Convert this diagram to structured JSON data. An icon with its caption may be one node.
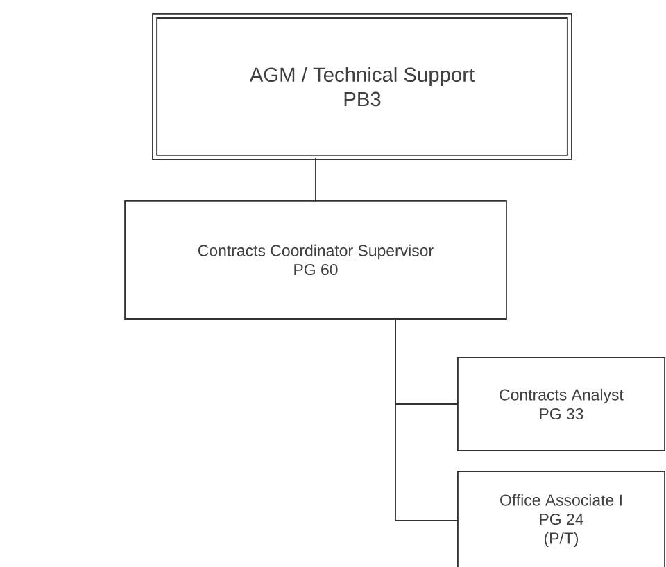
{
  "diagram": {
    "nodes": [
      {
        "text": [
          "AGM / Technical Support",
          "PB3"
        ]
      },
      {
        "text": [
          "Contracts Coordinator Supervisor",
          "PG 60"
        ]
      },
      {
        "text": [
          "Contracts Analyst",
          "PG 33"
        ]
      },
      {
        "text": [
          "Office Associate I",
          "PG 24",
          "(P/T)"
        ]
      }
    ],
    "edges": [
      {
        "from": 0,
        "to": 1,
        "arrow": "none"
      },
      {
        "from": 1,
        "to": 2,
        "arrow": "none"
      },
      {
        "from": 1,
        "to": 3,
        "arrow": "none"
      }
    ]
  }
}
